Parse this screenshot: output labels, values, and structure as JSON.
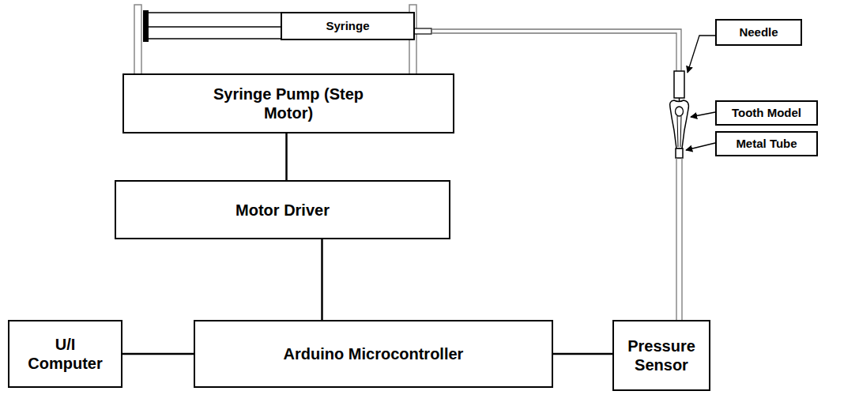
{
  "diagram": {
    "nodes": [
      {
        "text": [
          "Syringe"
        ]
      },
      {
        "text": [
          "Syringe Pump (Step Motor)"
        ]
      },
      {
        "text": [
          "Needle"
        ]
      },
      {
        "text": [
          "Tooth Model"
        ]
      },
      {
        "text": [
          "Metal Tube"
        ]
      },
      {
        "text": [
          "Motor Driver"
        ]
      },
      {
        "text": [
          "U/I Computer"
        ]
      },
      {
        "text": [
          "Arduino Microcontroller"
        ]
      },
      {
        "text": [
          "Pressure Sensor"
        ]
      }
    ],
    "edges": [
      {
        "from": 1,
        "to": 5,
        "arrow": "none"
      },
      {
        "from": 5,
        "to": 7,
        "arrow": "none"
      },
      {
        "from": 6,
        "to": 7,
        "arrow": "none"
      },
      {
        "from": 7,
        "to": 8,
        "arrow": "none"
      }
    ]
  }
}
